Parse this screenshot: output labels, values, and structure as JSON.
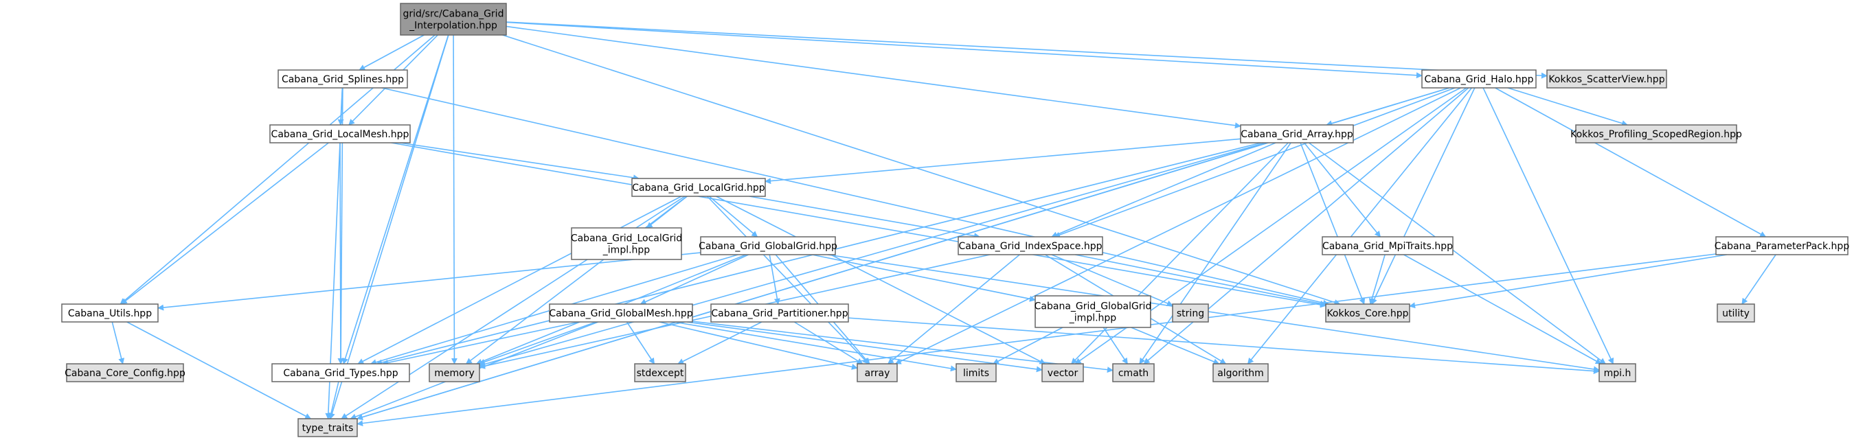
{
  "colors": {
    "node_root": "#999999",
    "node_header": "#ffffff",
    "node_system": "#e0e0e0",
    "edge": "#63b8ff",
    "border": "#666666",
    "text": "#000000"
  },
  "nodes": [
    {
      "id": "root",
      "kind": "root",
      "lines": [
        "grid/src/Cabana_Grid",
        "_Interpolation.hpp"
      ]
    },
    {
      "id": "splines",
      "kind": "header",
      "lines": [
        "Cabana_Grid_Splines.hpp"
      ]
    },
    {
      "id": "halo",
      "kind": "header",
      "lines": [
        "Cabana_Grid_Halo.hpp"
      ]
    },
    {
      "id": "scatterview",
      "kind": "system",
      "lines": [
        "Kokkos_ScatterView.hpp"
      ]
    },
    {
      "id": "localmesh",
      "kind": "header",
      "lines": [
        "Cabana_Grid_LocalMesh.hpp"
      ]
    },
    {
      "id": "arrayhpp",
      "kind": "header",
      "lines": [
        "Cabana_Grid_Array.hpp"
      ]
    },
    {
      "id": "profiling",
      "kind": "system",
      "lines": [
        "Kokkos_Profiling_ScopedRegion.hpp"
      ]
    },
    {
      "id": "localgrid",
      "kind": "header",
      "lines": [
        "Cabana_Grid_LocalGrid.hpp"
      ]
    },
    {
      "id": "localgridimpl",
      "kind": "header",
      "lines": [
        "Cabana_Grid_LocalGrid",
        "_impl.hpp"
      ]
    },
    {
      "id": "globalgrid",
      "kind": "header",
      "lines": [
        "Cabana_Grid_GlobalGrid.hpp"
      ]
    },
    {
      "id": "indexspace",
      "kind": "header",
      "lines": [
        "Cabana_Grid_IndexSpace.hpp"
      ]
    },
    {
      "id": "mpitraits",
      "kind": "header",
      "lines": [
        "Cabana_Grid_MpiTraits.hpp"
      ]
    },
    {
      "id": "parampack",
      "kind": "header",
      "lines": [
        "Cabana_ParameterPack.hpp"
      ]
    },
    {
      "id": "utils",
      "kind": "header",
      "lines": [
        "Cabana_Utils.hpp"
      ]
    },
    {
      "id": "globalmesh",
      "kind": "header",
      "lines": [
        "Cabana_Grid_GlobalMesh.hpp"
      ]
    },
    {
      "id": "partitioner",
      "kind": "header",
      "lines": [
        "Cabana_Grid_Partitioner.hpp"
      ]
    },
    {
      "id": "globalgridimpl",
      "kind": "header",
      "lines": [
        "Cabana_Grid_GlobalGrid",
        "_impl.hpp"
      ]
    },
    {
      "id": "string",
      "kind": "system",
      "lines": [
        "string"
      ]
    },
    {
      "id": "kokkoscore",
      "kind": "system",
      "lines": [
        "Kokkos_Core.hpp"
      ]
    },
    {
      "id": "utility",
      "kind": "system",
      "lines": [
        "utility"
      ]
    },
    {
      "id": "coreconfig",
      "kind": "system",
      "lines": [
        "Cabana_Core_Config.hpp"
      ]
    },
    {
      "id": "types",
      "kind": "header",
      "lines": [
        "Cabana_Grid_Types.hpp"
      ]
    },
    {
      "id": "memory",
      "kind": "system",
      "lines": [
        "memory"
      ]
    },
    {
      "id": "stdexcept",
      "kind": "system",
      "lines": [
        "stdexcept"
      ]
    },
    {
      "id": "array",
      "kind": "system",
      "lines": [
        "array"
      ]
    },
    {
      "id": "limits",
      "kind": "system",
      "lines": [
        "limits"
      ]
    },
    {
      "id": "vector",
      "kind": "system",
      "lines": [
        "vector"
      ]
    },
    {
      "id": "cmath",
      "kind": "system",
      "lines": [
        "cmath"
      ]
    },
    {
      "id": "algorithm",
      "kind": "system",
      "lines": [
        "algorithm"
      ]
    },
    {
      "id": "mpih",
      "kind": "system",
      "lines": [
        "mpi.h"
      ]
    },
    {
      "id": "typetraits",
      "kind": "system",
      "lines": [
        "type_traits"
      ]
    }
  ],
  "edges": [
    [
      "root",
      "splines"
    ],
    [
      "root",
      "localmesh"
    ],
    [
      "root",
      "arrayhpp"
    ],
    [
      "root",
      "halo"
    ],
    [
      "root",
      "scatterview"
    ],
    [
      "root",
      "utils"
    ],
    [
      "root",
      "types"
    ],
    [
      "root",
      "memory"
    ],
    [
      "root",
      "typetraits"
    ],
    [
      "root",
      "kokkoscore"
    ],
    [
      "splines",
      "localmesh"
    ],
    [
      "splines",
      "types"
    ],
    [
      "splines",
      "typetraits"
    ],
    [
      "splines",
      "kokkoscore"
    ],
    [
      "localmesh",
      "localgrid"
    ],
    [
      "localmesh",
      "types"
    ],
    [
      "localmesh",
      "utils"
    ],
    [
      "localmesh",
      "kokkoscore"
    ],
    [
      "halo",
      "arrayhpp"
    ],
    [
      "halo",
      "indexspace"
    ],
    [
      "halo",
      "profiling"
    ],
    [
      "halo",
      "parampack"
    ],
    [
      "halo",
      "kokkoscore"
    ],
    [
      "halo",
      "mpih"
    ],
    [
      "halo",
      "array"
    ],
    [
      "halo",
      "vector"
    ],
    [
      "halo",
      "cmath"
    ],
    [
      "halo",
      "algorithm"
    ],
    [
      "halo",
      "typetraits"
    ],
    [
      "arrayhpp",
      "localgrid"
    ],
    [
      "arrayhpp",
      "indexspace"
    ],
    [
      "arrayhpp",
      "mpitraits"
    ],
    [
      "arrayhpp",
      "kokkoscore"
    ],
    [
      "arrayhpp",
      "types"
    ],
    [
      "arrayhpp",
      "memory"
    ],
    [
      "arrayhpp",
      "mpih"
    ],
    [
      "arrayhpp",
      "vector"
    ],
    [
      "arrayhpp",
      "cmath"
    ],
    [
      "arrayhpp",
      "typetraits"
    ],
    [
      "localgrid",
      "localgridimpl"
    ],
    [
      "localgrid",
      "globalgrid"
    ],
    [
      "localgrid",
      "indexspace"
    ],
    [
      "localgrid",
      "types"
    ],
    [
      "localgrid",
      "memory"
    ],
    [
      "localgrid",
      "array"
    ],
    [
      "localgrid",
      "vector"
    ],
    [
      "localgrid",
      "typetraits"
    ],
    [
      "globalgrid",
      "globalmesh"
    ],
    [
      "globalgrid",
      "partitioner"
    ],
    [
      "globalgrid",
      "globalgridimpl"
    ],
    [
      "globalgrid",
      "types"
    ],
    [
      "globalgrid",
      "array"
    ],
    [
      "globalgrid",
      "memory"
    ],
    [
      "globalgrid",
      "mpih"
    ],
    [
      "globalgrid",
      "utils"
    ],
    [
      "indexspace",
      "array"
    ],
    [
      "indexspace",
      "string"
    ],
    [
      "indexspace",
      "kokkoscore"
    ],
    [
      "indexspace",
      "algorithm"
    ],
    [
      "indexspace",
      "memory"
    ],
    [
      "mpitraits",
      "kokkoscore"
    ],
    [
      "mpitraits",
      "mpih"
    ],
    [
      "parampack",
      "kokkoscore"
    ],
    [
      "parampack",
      "utility"
    ],
    [
      "parampack",
      "typetraits"
    ],
    [
      "utils",
      "coreconfig"
    ],
    [
      "utils",
      "typetraits"
    ],
    [
      "globalmesh",
      "types"
    ],
    [
      "globalmesh",
      "memory"
    ],
    [
      "globalmesh",
      "stdexcept"
    ],
    [
      "globalmesh",
      "array"
    ],
    [
      "globalmesh",
      "limits"
    ],
    [
      "globalmesh",
      "vector"
    ],
    [
      "globalmesh",
      "cmath"
    ],
    [
      "globalmesh",
      "typetraits"
    ],
    [
      "partitioner",
      "stdexcept"
    ],
    [
      "partitioner",
      "array"
    ],
    [
      "partitioner",
      "mpih"
    ],
    [
      "globalgridimpl",
      "limits"
    ],
    [
      "globalgridimpl",
      "cmath"
    ],
    [
      "globalgridimpl",
      "algorithm"
    ],
    [
      "types",
      "typetraits"
    ]
  ]
}
